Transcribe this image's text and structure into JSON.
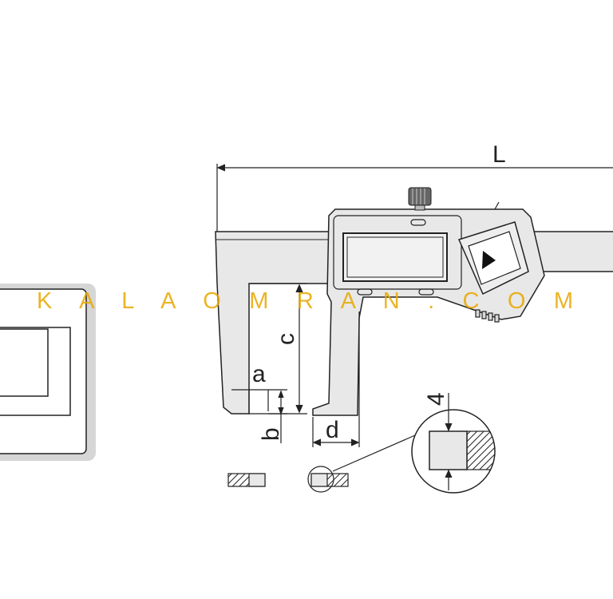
{
  "watermark": "K A L A O M R A N . C O M",
  "dimensions": {
    "L": "L",
    "a": "a",
    "b": "b",
    "c": "c",
    "d": "d",
    "detail": "4"
  },
  "colors": {
    "body_fill": "#e8e8e8",
    "outline": "#222222",
    "frame_shadow": "#d6d6d6",
    "watermark": "#e8a800"
  },
  "icons": [
    "play-triangle-icon",
    "thumb-wheel-icon"
  ]
}
